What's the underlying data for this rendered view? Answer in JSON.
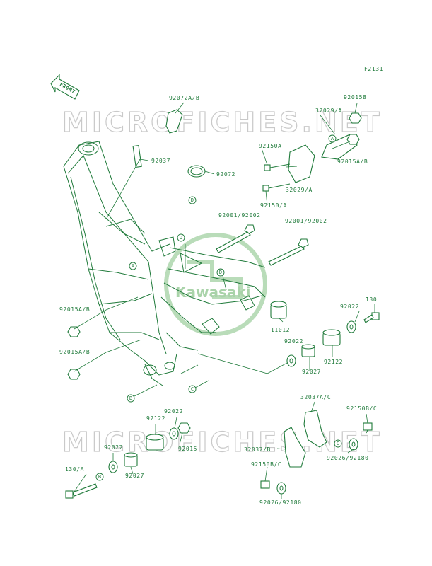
{
  "figure_code": "F2131",
  "front_label": "FRONT",
  "watermark_text": "MICROFICHES.NET",
  "logo_text": "Kawasaki",
  "colors": {
    "ink": "#1f7a3a",
    "watermark": "#c9c9c9",
    "logo": "#b9dcb9"
  },
  "labels": [
    {
      "id": "92072AB",
      "text": "92072A/B"
    },
    {
      "id": "92015B",
      "text": "920158"
    },
    {
      "id": "32029A_top",
      "text": "32029/A"
    },
    {
      "id": "92150A_top",
      "text": "92150A"
    },
    {
      "id": "92015AB_right",
      "text": "92015A/B"
    },
    {
      "id": "92037",
      "text": "92037"
    },
    {
      "id": "92072",
      "text": "92072"
    },
    {
      "id": "32029A_bottom",
      "text": "32029/A"
    },
    {
      "id": "92150A_bottom",
      "text": "92150/A"
    },
    {
      "id": "92001_left",
      "text": "92001/92002"
    },
    {
      "id": "92001_right",
      "text": "92001/92002"
    },
    {
      "id": "92022_top",
      "text": "92022"
    },
    {
      "id": "130_top",
      "text": "130"
    },
    {
      "id": "92015AB_left1",
      "text": "92015A/B"
    },
    {
      "id": "11012",
      "text": "11012"
    },
    {
      "id": "92022_mid",
      "text": "92022"
    },
    {
      "id": "92015AB_left2",
      "text": "92015A/B"
    },
    {
      "id": "92027_right",
      "text": "92027"
    },
    {
      "id": "92122_right",
      "text": "92122"
    },
    {
      "id": "32037AC",
      "text": "32037A/C"
    },
    {
      "id": "92150BC_right",
      "text": "92150B/C"
    },
    {
      "id": "92022_lower",
      "text": "92022"
    },
    {
      "id": "92122_lower",
      "text": "92122"
    },
    {
      "id": "92015_lower",
      "text": "92015"
    },
    {
      "id": "32037B",
      "text": "32037/B"
    },
    {
      "id": "92026_right",
      "text": "92026/92180"
    },
    {
      "id": "92022_left",
      "text": "92022"
    },
    {
      "id": "92150BC_left",
      "text": "92150B/C"
    },
    {
      "id": "130A",
      "text": "130/A"
    },
    {
      "id": "92027_lower",
      "text": "92027"
    },
    {
      "id": "92026_lower",
      "text": "92026/92180"
    }
  ],
  "callouts": [
    {
      "id": "A1",
      "letter": "A"
    },
    {
      "id": "A2",
      "letter": "A"
    },
    {
      "id": "B1",
      "letter": "B"
    },
    {
      "id": "B2",
      "letter": "B"
    },
    {
      "id": "C1",
      "letter": "C"
    },
    {
      "id": "C2",
      "letter": "C"
    },
    {
      "id": "D1",
      "letter": "D"
    },
    {
      "id": "D2",
      "letter": "D"
    },
    {
      "id": "D3",
      "letter": "D"
    }
  ]
}
